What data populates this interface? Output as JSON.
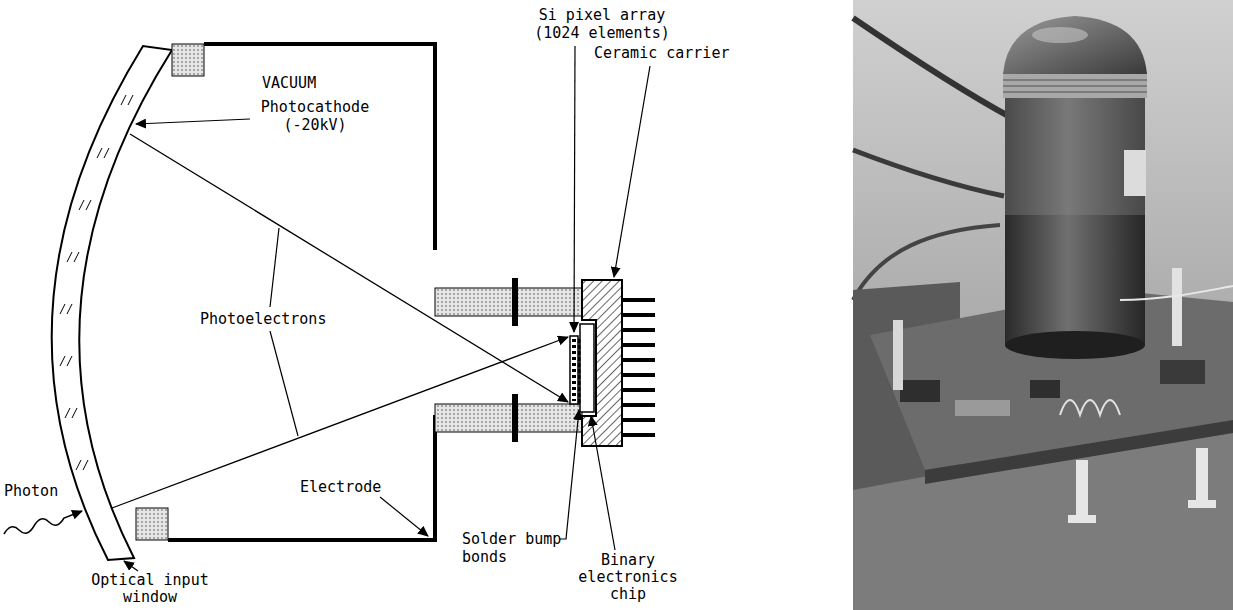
{
  "diagram": {
    "labels": [
      "Si pixel array (1024 elements)",
      "Ceramic carrier",
      "VACUUM",
      "Photocathode (-20kV)",
      "Photoelectrons",
      "Photon",
      "Electrode",
      "Solder bump bonds",
      "Binary electronics chip",
      "Optical input window"
    ]
  }
}
